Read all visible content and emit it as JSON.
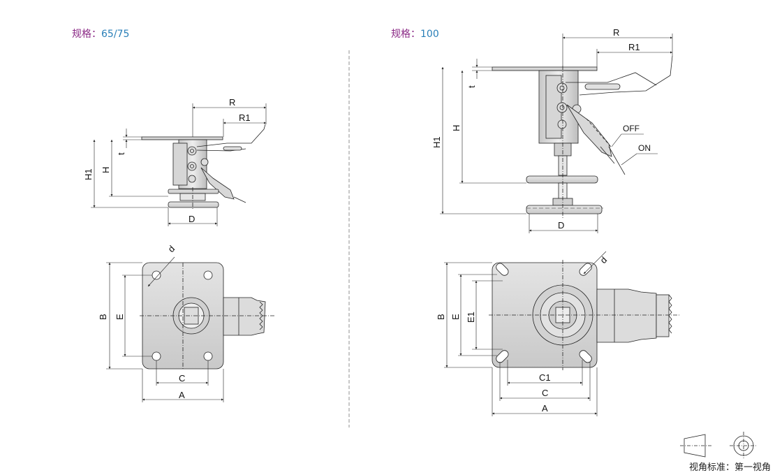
{
  "spec_left": {
    "label": "规格：",
    "value": "65/75"
  },
  "spec_right": {
    "label": "规格：",
    "value": "100"
  },
  "dims_left": {
    "R": "R",
    "R1": "R1",
    "t": "t",
    "H": "H",
    "H1": "H1",
    "D": "D",
    "d": "d",
    "B": "B",
    "E": "E",
    "C": "C",
    "A": "A"
  },
  "dims_right": {
    "R": "R",
    "R1": "R1",
    "t": "t",
    "H": "H",
    "H1": "H1",
    "D": "D",
    "OFF": "OFF",
    "ON": "ON",
    "d": "d",
    "B": "B",
    "E": "E",
    "E1": "E1",
    "C1": "C1",
    "C": "C",
    "A": "A"
  },
  "projection_label": "视角标准：第一视角",
  "colors": {
    "plate": "#d9d9d9",
    "plate_dark": "#bdbdbd",
    "line": "#222222"
  }
}
